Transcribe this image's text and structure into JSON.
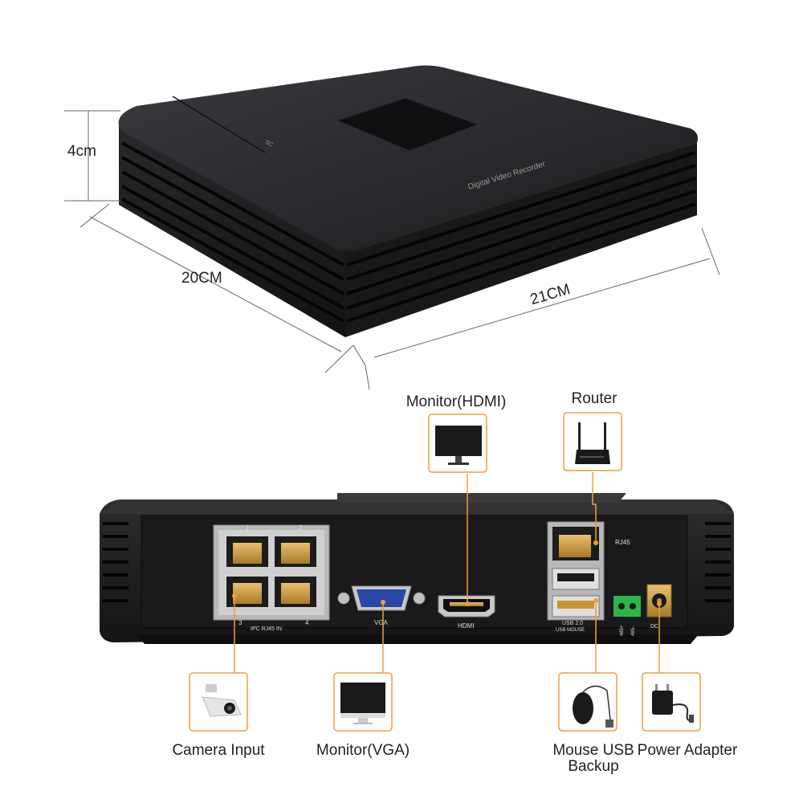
{
  "dimensions": {
    "height": "4cm",
    "depth": "20CM",
    "width": "21CM"
  },
  "device": {
    "top_text": "Digital Video Recorder",
    "front_text": "SC",
    "port_labels": {
      "poe_top_1": "1",
      "poe_top_2": "2",
      "poe_bottom_3": "3",
      "poe_bottom_4": "4",
      "poe_group": "IPC RJ45 IN",
      "vga": "VGA",
      "hdmi": "HDMI",
      "rj45": "RJ45",
      "usb": "USB 2.0",
      "usb_sub": "USB MOUSE",
      "rs485_a": "485+",
      "rs485_b": "485-",
      "dc": "DC"
    }
  },
  "connections": {
    "monitor_hdmi": "Monitor(HDMI)",
    "router": "Router",
    "camera_input": "Camera Input",
    "monitor_vga": "Monitor(VGA)",
    "mouse_usb": [
      "Mouse USB",
      "Backup"
    ],
    "power_adapter": "Power Adapter"
  },
  "colors": {
    "accent": "#f0a030",
    "device_body": "#1e1e20",
    "port_gold": "#c8962e",
    "vga_blue": "#2848a8"
  },
  "icons": [
    "monitor-icon",
    "router-icon",
    "camera-icon",
    "imac-icon",
    "mouse-icon",
    "power-adapter-icon"
  ]
}
